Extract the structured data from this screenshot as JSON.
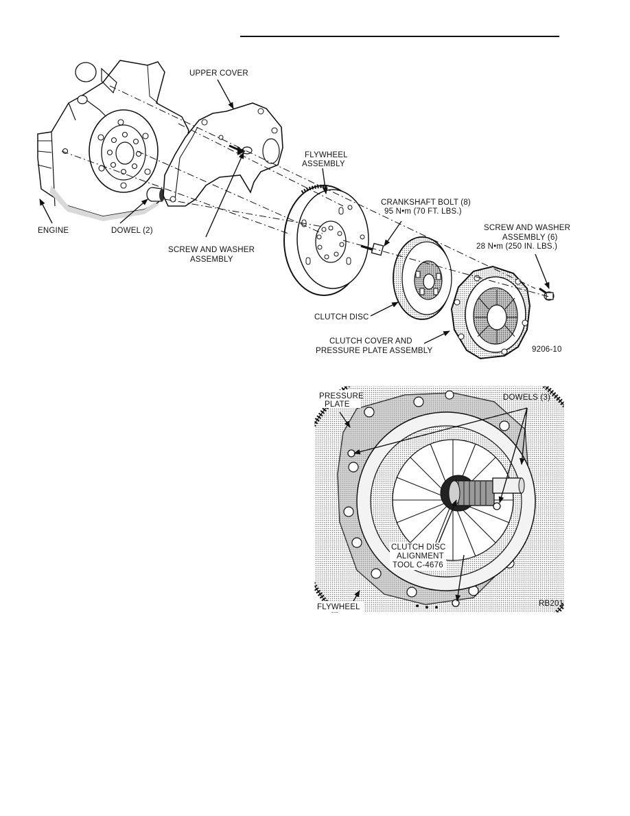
{
  "diagram1": {
    "labels": {
      "upper_cover": "UPPER COVER",
      "flywheel_1": "FLYWHEEL",
      "flywheel_2": "ASSEMBLY",
      "crankshaft_1": "CRANKSHAFT BOLT (8)",
      "crankshaft_2": "95 N•m (70 FT. LBS.)",
      "screw6_1": "SCREW AND WASHER",
      "screw6_2": "ASSEMBLY (6)",
      "screw6_3": "28 N•m (250 IN. LBS.)",
      "engine": "ENGINE",
      "dowel": "DOWEL (2)",
      "screw_1": "SCREW AND WASHER",
      "screw_2": "ASSEMBLY",
      "clutch_disc": "CLUTCH DISC",
      "cover_1": "CLUTCH COVER AND",
      "cover_2": "PRESSURE PLATE ASSEMBLY",
      "fig_id": "9206-10"
    }
  },
  "diagram2": {
    "labels": {
      "pressure_1": "PRESSURE",
      "pressure_2": "PLATE",
      "dowels": "DOWELS (3)",
      "tool_1": "CLUTCH DISC",
      "tool_2": "ALIGNMENT",
      "tool_3": "TOOL C-4676",
      "flywheel": "FLYWHEEL",
      "fig_id": "RB201"
    }
  }
}
